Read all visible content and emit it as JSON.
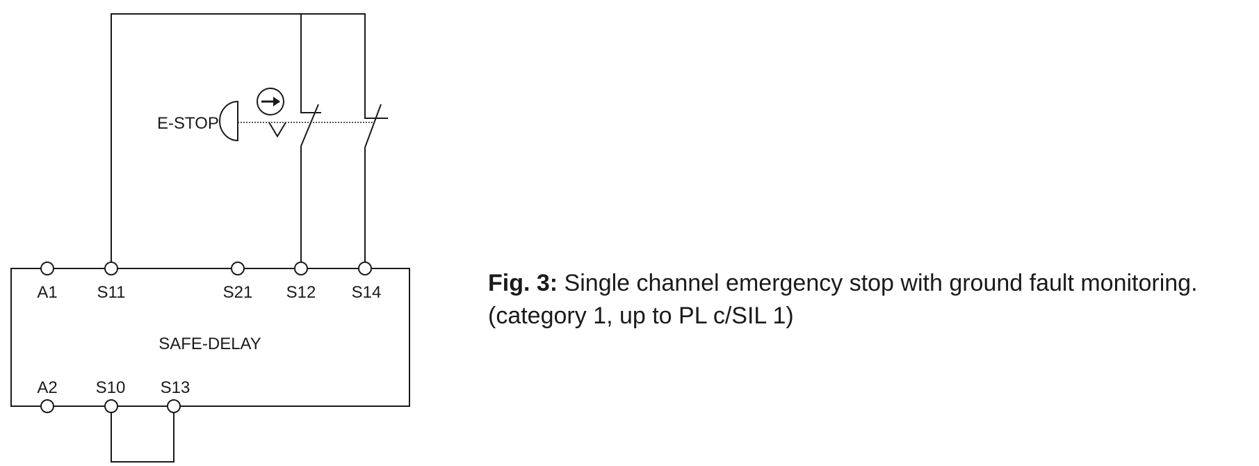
{
  "diagram": {
    "device_label": "SAFE-DELAY",
    "estop_label": "E-STOP",
    "top_terminals": [
      "A1",
      "S11",
      "S21",
      "S12",
      "S14"
    ],
    "bottom_terminals": [
      "A2",
      "S10",
      "S13"
    ]
  },
  "caption": {
    "prefix": "Fig. 3:",
    "text": " Single channel emergency stop with ground fault monitoring.",
    "line2": "(category 1, up to PL c/SIL 1)"
  },
  "colors": {
    "ink": "#1a1a1a",
    "background": "#ffffff"
  }
}
